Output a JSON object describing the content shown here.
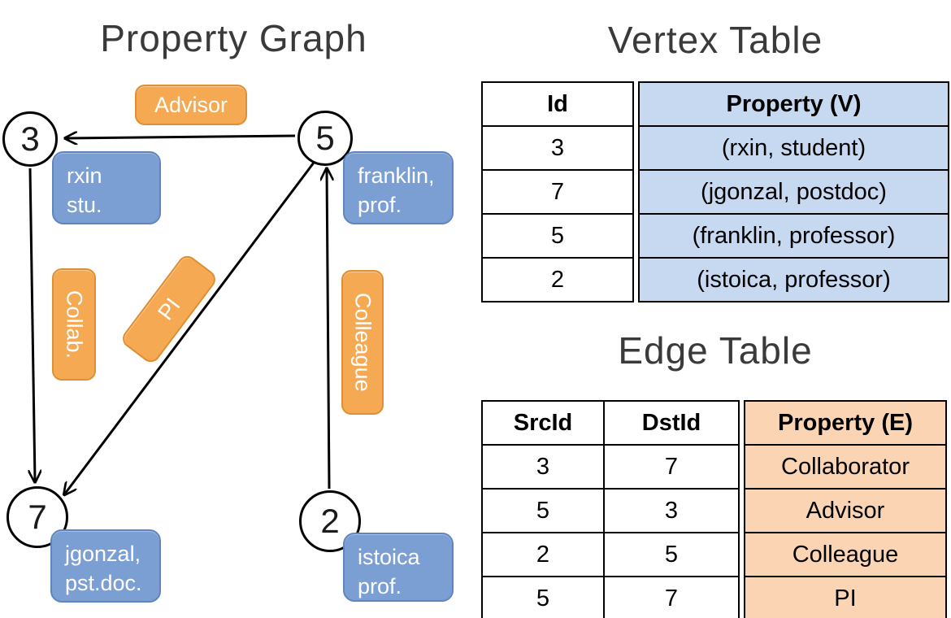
{
  "graph": {
    "title": "Property Graph",
    "nodes": [
      {
        "id": "3"
      },
      {
        "id": "5"
      },
      {
        "id": "7"
      },
      {
        "id": "2"
      }
    ],
    "vertex_boxes": [
      {
        "line1": "rxin",
        "line2": "stu."
      },
      {
        "line1": "franklin,",
        "line2": "prof."
      },
      {
        "line1": "jgonzal,",
        "line2": "pst.doc."
      },
      {
        "line1": "istoica",
        "line2": "prof."
      }
    ],
    "edge_boxes": [
      {
        "label": "Advisor"
      },
      {
        "label": "Collab."
      },
      {
        "label": "PI"
      },
      {
        "label": "Colleague"
      }
    ]
  },
  "vertex_table": {
    "title": "Vertex Table",
    "col_id": "Id",
    "col_property": "Property (V)",
    "rows": [
      {
        "id": "3",
        "property": "(rxin, student)"
      },
      {
        "id": "7",
        "property": "(jgonzal, postdoc)"
      },
      {
        "id": "5",
        "property": "(franklin, professor)"
      },
      {
        "id": "2",
        "property": "(istoica, professor)"
      }
    ]
  },
  "edge_table": {
    "title": "Edge Table",
    "col_src": "SrcId",
    "col_dst": "DstId",
    "col_property": "Property (E)",
    "rows": [
      {
        "src": "3",
        "dst": "7",
        "property": "Collaborator"
      },
      {
        "src": "5",
        "dst": "3",
        "property": "Advisor"
      },
      {
        "src": "2",
        "dst": "5",
        "property": "Colleague"
      },
      {
        "src": "5",
        "dst": "7",
        "property": "PI"
      }
    ]
  },
  "colors": {
    "edge_label_fill": "#F5A952",
    "edge_label_border": "#DE8F33",
    "vertex_label_fill": "#7C9FD3",
    "vertex_label_border": "#5F85BE",
    "vertex_table_cell": "#C6D9F1",
    "edge_table_cell": "#FBD4B4"
  }
}
